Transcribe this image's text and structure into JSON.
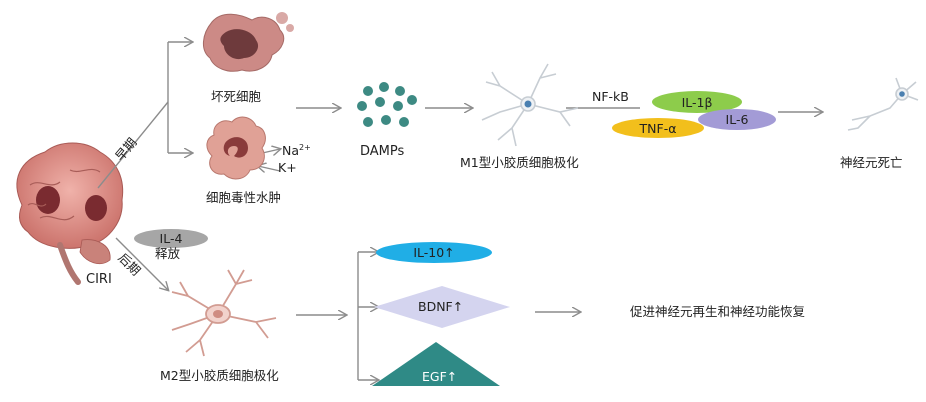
{
  "labels": {
    "necrotic_cell": "坏死细胞",
    "edema_cell": "细胞毒性水肿",
    "na": "Na",
    "na_sup": "2+",
    "k": "K+",
    "damps": "DAMPs",
    "m1": "M1型小胶质细胞极化",
    "nfkb": "NF-kB",
    "il1b": "IL-1β",
    "il6": "IL-6",
    "tnfa": "TNF-α",
    "neuron_death": "神经元死亡",
    "ciri": "CIRI",
    "early": "早期",
    "late": "后期",
    "il4": "IL-4",
    "release": "释放",
    "il10": "IL-10↑",
    "bdnf": "BDNF↑",
    "egf": "EGF↑",
    "m2": "M2型小胶质细胞极化",
    "recovery": "促进神经元再生和神经功能恢复"
  },
  "colors": {
    "il1b": "#8dcc4b",
    "il6": "#a39bd6",
    "tnfa": "#f2bf1c",
    "il4": "#a6a6a6",
    "il10": "#20aee6",
    "bdnf": "#d4d4ef",
    "egf": "#2f8a86",
    "damps_dot": "#3d8a83",
    "arrow": "#8c8c8c",
    "cell": "#d6958c",
    "brain": "#d8807c"
  }
}
